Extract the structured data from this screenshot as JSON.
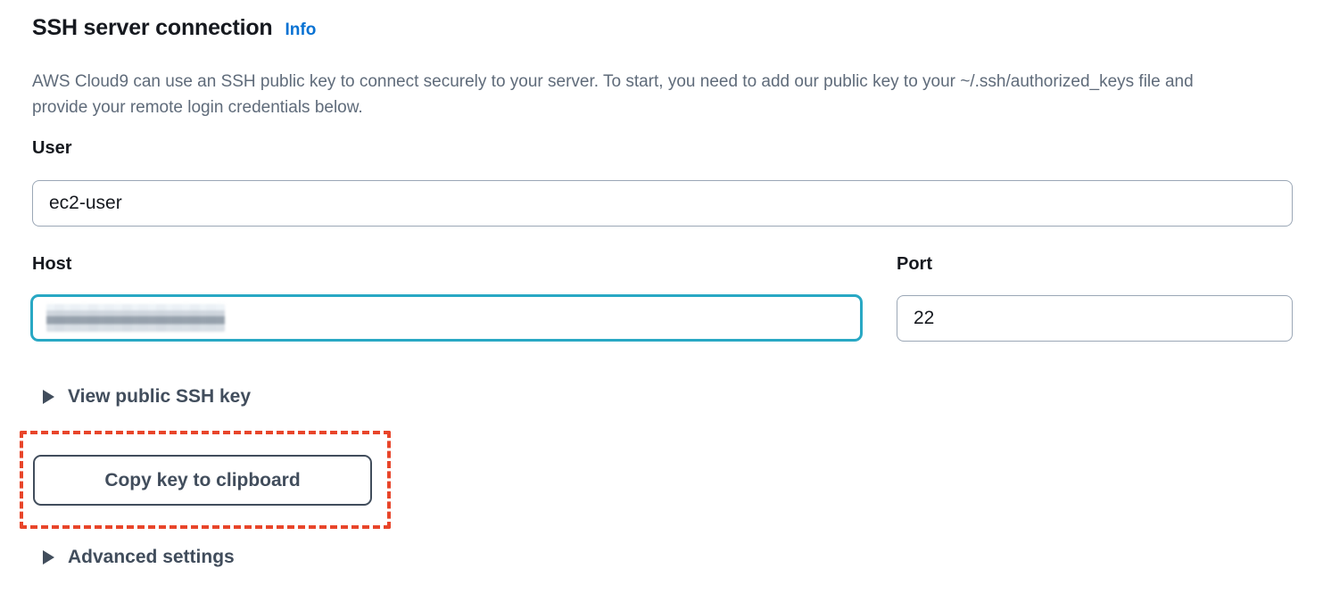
{
  "section": {
    "title": "SSH server connection",
    "info_label": "Info",
    "description": "AWS Cloud9 can use an SSH public key to connect securely to your server. To start, you need to add our public key to your ~/.ssh/authorized_keys file and provide your remote login credentials below."
  },
  "fields": {
    "user": {
      "label": "User",
      "value": "ec2-user",
      "placeholder": "User"
    },
    "host": {
      "label": "Host",
      "value": "",
      "placeholder": "",
      "redacted": true,
      "focused": true
    },
    "port": {
      "label": "Port",
      "value": "22",
      "placeholder": "Port"
    }
  },
  "expanders": {
    "view_public_ssh_key": "View public SSH key",
    "advanced_settings": "Advanced settings"
  },
  "buttons": {
    "copy_key": "Copy key to clipboard"
  },
  "colors": {
    "info_link": "#0972d3",
    "focus_border": "#29a8c4",
    "annotation": "#e8452a",
    "label_text": "#16191f",
    "body_text": "#5f6b7a",
    "button_text": "#414d5c",
    "input_border": "#9ba7b6"
  }
}
